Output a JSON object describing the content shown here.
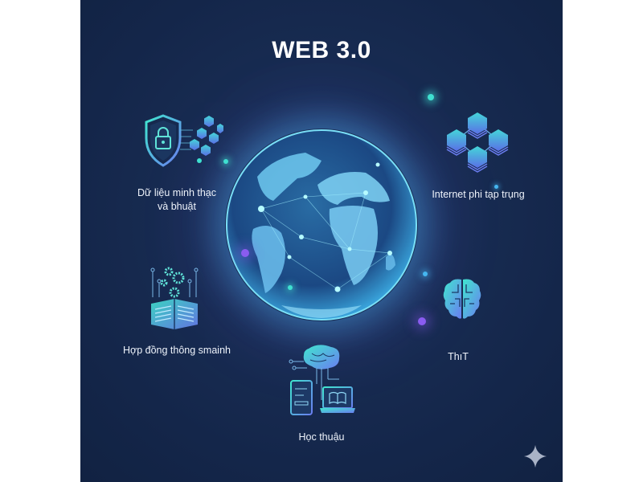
{
  "title": "WEB 3.0",
  "features": [
    {
      "id": "data-ownership",
      "label_line1": "Dữ liệu minh thạc",
      "label_line2": "và bhuật",
      "icon": "shield-lock-icon"
    },
    {
      "id": "decentralized-internet",
      "label_line1": "Internet phi tạp trụng",
      "icon": "hexagon-network-icon"
    },
    {
      "id": "smart-contracts",
      "label_line1": "Hợp đồng thông smainh",
      "icon": "book-gears-icon"
    },
    {
      "id": "ai",
      "label_line1": "ThıT",
      "icon": "brain-icon"
    },
    {
      "id": "machine-learning",
      "label_line1": "Học thuậu",
      "icon": "brain-devices-icon"
    }
  ],
  "center": {
    "icon": "globe-network-icon"
  },
  "colors": {
    "background": "#162a4e",
    "accent_cyan": "#3fe0d0",
    "accent_blue": "#5b8cf0",
    "accent_purple": "#9a6cf5",
    "text": "#ffffff"
  },
  "watermark": {
    "icon": "sparkle-icon"
  }
}
